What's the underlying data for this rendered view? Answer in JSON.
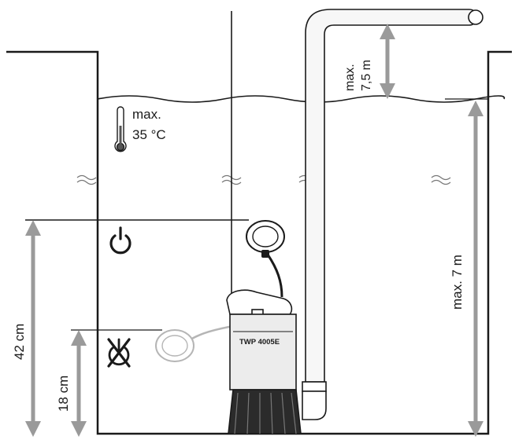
{
  "labels": {
    "temperature_line1": "max.",
    "temperature_line2": "35 °C",
    "head_line1": "max.",
    "head_line2": "7,5 m",
    "depth": "max. 7 m",
    "switch_on_level": "42 cm",
    "switch_off_level": "18 cm",
    "pump_model": "TWP 4005E"
  },
  "icons": {
    "temperature": "thermometer-icon",
    "switch_on": "power-on-icon",
    "switch_off": "power-off-crossed-icon",
    "float_switch_up": "float-switch-icon",
    "float_switch_down": "float-switch-icon"
  },
  "colors": {
    "line": "#1a1a1a",
    "arrow_grey": "#9a9a9a",
    "pipe_fill": "#f7f7f7",
    "float_down": "#b5b5b5",
    "pump_body": "#ececec"
  }
}
